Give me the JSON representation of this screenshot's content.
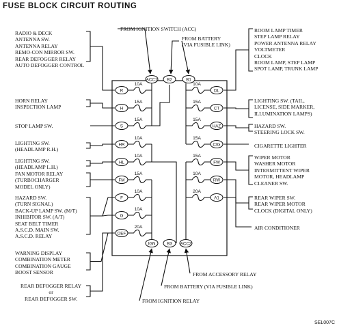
{
  "title": "FUSE BLOCK CIRCUIT ROUTING",
  "figure_code": "SEL007C",
  "top_labels": {
    "from_ignition_switch": "FROM IGNITION SWITCH (ACC)",
    "from_battery": "FROM BATTERY\n(VIA FUSIBLE LINK)"
  },
  "bottom_labels": {
    "from_accessory_relay": "FROM ACCESSORY RELAY",
    "from_battery": "FROM BATTERY (VIA FUSIBLE LINK)",
    "from_ignition_relay": "FROM IGNITION RELAY"
  },
  "terminals": {
    "acc1": "ACC1",
    "b2": "B2",
    "b1": "B1",
    "ign": "IGN",
    "b3": "B3",
    "acc2": "ACC2"
  },
  "left_fuses": [
    {
      "pin": "R",
      "amp": "10A"
    },
    {
      "pin": "H",
      "amp": "15A"
    },
    {
      "pin": "S",
      "amp": "15A"
    },
    {
      "pin": "HR",
      "amp": "10A"
    },
    {
      "pin": "HL",
      "amp": "10A"
    },
    {
      "pin": "FM",
      "amp": "15A"
    },
    {
      "pin": "F",
      "amp": "10A"
    },
    {
      "pin": "G",
      "amp": "10A"
    },
    {
      "pin": "DEF",
      "amp": "20A"
    }
  ],
  "right_fuses": [
    {
      "pin": "DL",
      "amp": "10A"
    },
    {
      "pin": "CT",
      "amp": "15A"
    },
    {
      "pin": "HAZ",
      "amp": "15A"
    },
    {
      "pin": "CIG",
      "amp": "15A"
    },
    {
      "pin": "FW",
      "amp": "15A"
    },
    {
      "pin": "RW",
      "amp": "10A"
    },
    {
      "pin": "A1",
      "amp": "20A"
    }
  ],
  "left_circuits": [
    "RADIO & DECK\nANTENNA SW.\nANTENNA RELAY\nREMO-CON MIRROR SW.\nREAR DEFOGGER RELAY\nAUTO DEFOGGER CONTROL",
    "HORN RELAY\nINSPECTION LAMP",
    "STOP LAMP SW.",
    "LIGHTING SW.\n(HEADLAMP R.H.)",
    "LIGHTING SW.\n(HEADLAMP L.H.)",
    "FAN MOTOR RELAY\n(TURBOCHARGER\nMODEL ONLY)",
    "HAZARD SW.\n(TURN SIGNAL)\nBACK-UP LAMP SW. (M/T)\nINHIBITOR SW. (A/T)\nSEAT BELT TIMER\nA.S.C.D. MAIN SW.\nA.S.C.D. RELAY",
    "WARNING DISPLAY\nCOMBINATION METER\nCOMBINATION GAUGE\nBOOST SENSOR",
    "REAR DEFOGGER RELAY\nor\nREAR DEFOGGER SW."
  ],
  "right_circuits": [
    "ROOM LAMP TIMER\nSTEP LAMP RELAY\nPOWER ANTENNA RELAY\nVOLTMETER\nCLOCK\nROOM LAMP, STEP LAMP\nSPOT LAMP, TRUNK LAMP",
    "LIGHTING SW. (TAIL,\nLICENSE, SIDE MARKER,\nILLUMINATION LAMPS)",
    "HAZARD SW.\nSTEERING LOCK SW.",
    "CIGARETTE LIGHTER",
    "WIPER MOTOR\nWASHER MOTOR\nINTERMITTENT WIPER\nMOTOR, HEADLAMP\nCLEANER SW.",
    "REAR WIPER SW.\nREAR WIPER MOTOR\nCLOCK (DIGITAL ONLY)",
    "AIR CONDITIONER"
  ]
}
